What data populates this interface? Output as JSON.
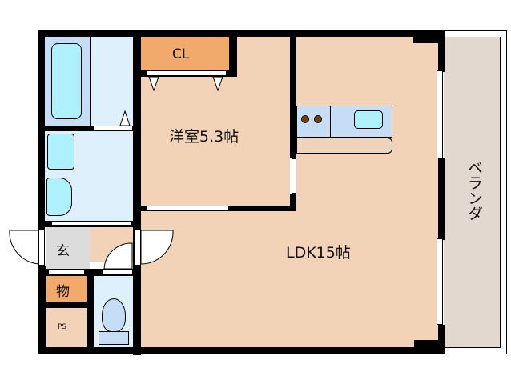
{
  "floorplan": {
    "rooms": {
      "western_room": {
        "label": "洋室5.3帖",
        "color": "#f2d3b8"
      },
      "ldk": {
        "label": "LDK15帖",
        "color": "#f2d3b8"
      },
      "closet": {
        "label": "CL",
        "color": "#f2a96c"
      },
      "entrance": {
        "label": "玄",
        "color": "#dcdcdc"
      },
      "storage": {
        "label": "物",
        "color": "#f2a96c"
      },
      "pipe_space": {
        "label": "PS",
        "color": "#f2d3b8"
      },
      "veranda": {
        "label": "ベランダ",
        "color": "#e2d8cf"
      },
      "bathroom": {
        "color": "#c5def5"
      },
      "washroom": {
        "color": "#dff0fd"
      },
      "toilet": {
        "color": "#dff0fd"
      }
    },
    "fixtures": {
      "bathtub_color": "#aef0fb",
      "stove_burner_color": "#7a3d12",
      "kitchen_counter_color": "#c5def5",
      "sink_color": "#aef0fb"
    },
    "wall_color": "#000000"
  }
}
